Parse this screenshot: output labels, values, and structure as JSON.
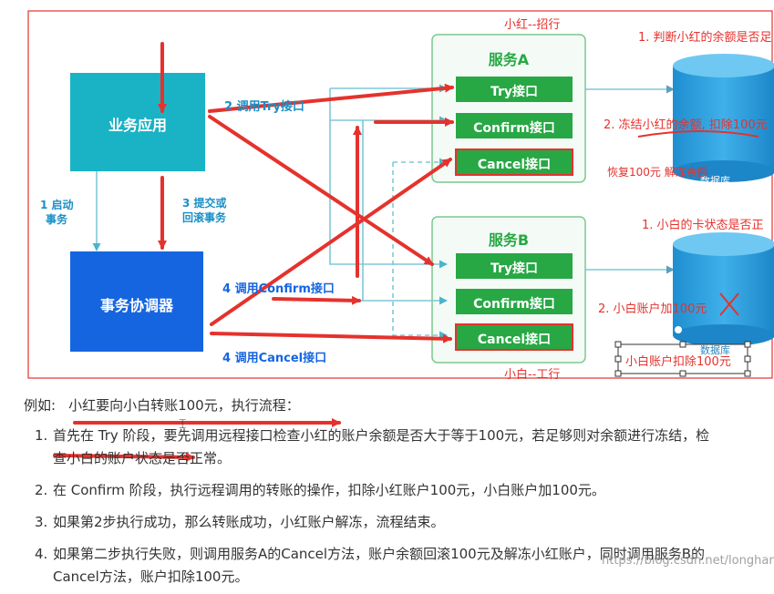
{
  "diagram": {
    "business_app": "业务应用",
    "coordinator": "事务协调器",
    "service_a": {
      "title": "服务A",
      "try": "Try接口",
      "confirm": "Confirm接口",
      "cancel": "Cancel接口"
    },
    "service_b": {
      "title": "服务B",
      "try": "Try接口",
      "confirm": "Confirm接口",
      "cancel": "Cancel接口"
    },
    "db_a_label": "数据库",
    "db_b_label": "数据库",
    "label_1_line1": "1 启动",
    "label_1_line2": "事务",
    "label_2": "2 调用Try接口",
    "label_3_line1": "3 提交或",
    "label_3_line2": "回滚事务",
    "label_4_confirm": "4 调用Confirm接口",
    "label_4_cancel": "4 调用Cancel接口",
    "ann_bank_a": "小红--招行",
    "ann_bank_b": "小白--工行",
    "ann_check_a": "1. 判断小红的余额是否足",
    "ann_freeze_a": "2. 冻结小红的余额, 扣除100元",
    "ann_restore_a": "恢复100元  解冻余额",
    "ann_check_b": "1. 小白的卡状态是否正",
    "ann_add_b": "2. 小白账户加100元",
    "ann_deduct_b": "小白账户扣除100元"
  },
  "content": {
    "intro_prefix": "例如:",
    "intro_text": "小红要向小白转账100元，执行流程：",
    "steps": [
      {
        "num": "1.",
        "line1": "首先在 Try 阶段，要先调用远程接口检查小红的账户余额是否大于等于100元，若足够则对余额进行冻结，检",
        "line2": "查小白的账户状态是否正常。"
      },
      {
        "num": "2.",
        "line1": "在 Confirm 阶段，执行远程调用的转账的操作，扣除小红账户100元，小白账户加100元。"
      },
      {
        "num": "3.",
        "line1": "如果第2步执行成功，那么转账成功，小红账户解冻，流程结束。"
      },
      {
        "num": "4.",
        "line1": "如果第二步执行失败，则调用服务A的Cancel方法，账户余额回滚100元及解冻小红账户，同时调用服务B的",
        "line2": "Cancel方法，账户扣除100元。"
      }
    ],
    "watermark": "https://blog.csdn.net/longhana"
  },
  "colors": {
    "red": "#e5322d",
    "teal": "#1ab3c6",
    "blue": "#1565e0",
    "green": "#27a844",
    "connector": "#7ec8d8"
  }
}
